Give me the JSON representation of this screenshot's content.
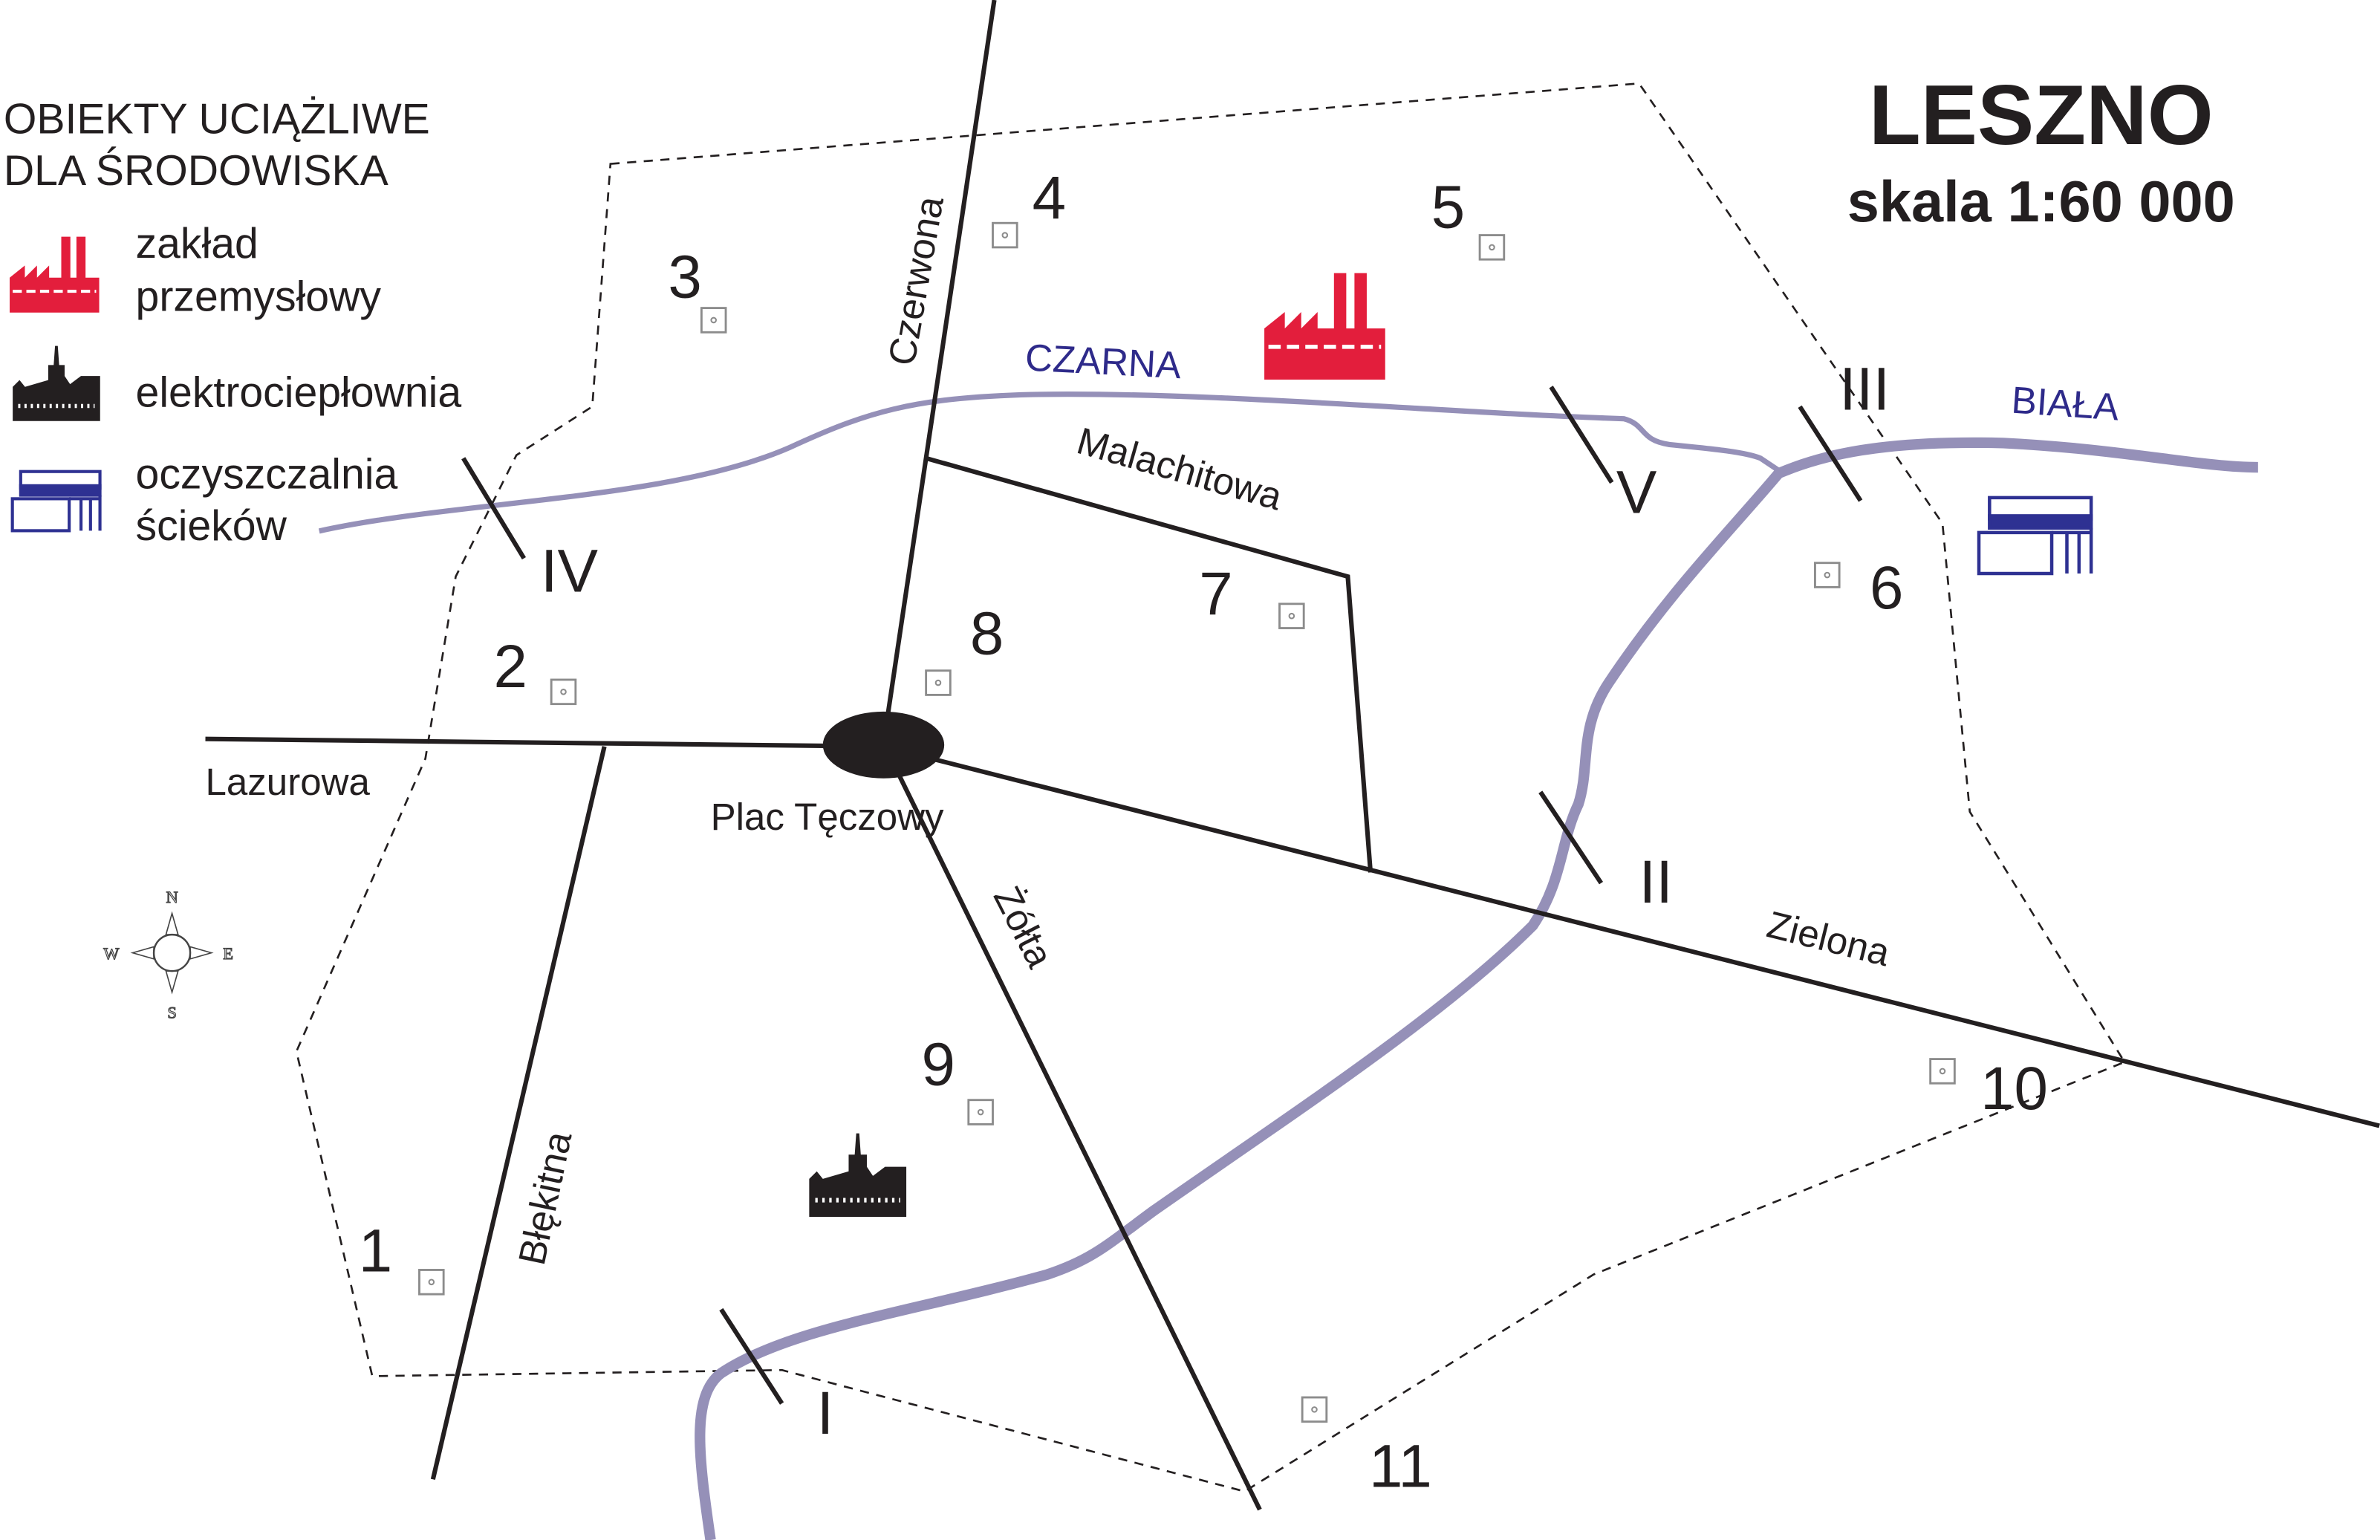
{
  "title": "LESZNO",
  "scale": "skala 1:60 000",
  "legend": {
    "heading_line1": "OBIEKTY UCIĄŻLIWE",
    "heading_line2": "DLA ŚRODOWISKA",
    "items": [
      {
        "icon": "factory-icon",
        "line1": "zakład",
        "line2": "przemysłowy",
        "color": "#e31e3c"
      },
      {
        "icon": "power-plant-icon",
        "line1": "elektrociepłownia",
        "color": "#231f20"
      },
      {
        "icon": "sewage-plant-icon",
        "line1": "oczyszczalnia",
        "line2": "ścieków",
        "color": "#2e3192"
      }
    ]
  },
  "streets": {
    "czerwona": "Czerwona",
    "lazurowa": "Lazurowa",
    "blekitna": "Błękitna",
    "zolta": "Żółta",
    "zielona": "Zielona",
    "malachitowa": "Malachitowa",
    "plac": "Plac Tęczowy"
  },
  "rivers": {
    "czarna": "CZARNA",
    "biala": "BIAŁA",
    "color": "#9590b8",
    "label_color": "#2e2a8a"
  },
  "crossings": [
    "I",
    "II",
    "III",
    "IV",
    "V"
  ],
  "points": [
    "1",
    "2",
    "3",
    "4",
    "5",
    "6",
    "7",
    "8",
    "9",
    "10",
    "11"
  ],
  "compass": {
    "n": "N",
    "s": "S",
    "e": "E",
    "w": "W"
  }
}
